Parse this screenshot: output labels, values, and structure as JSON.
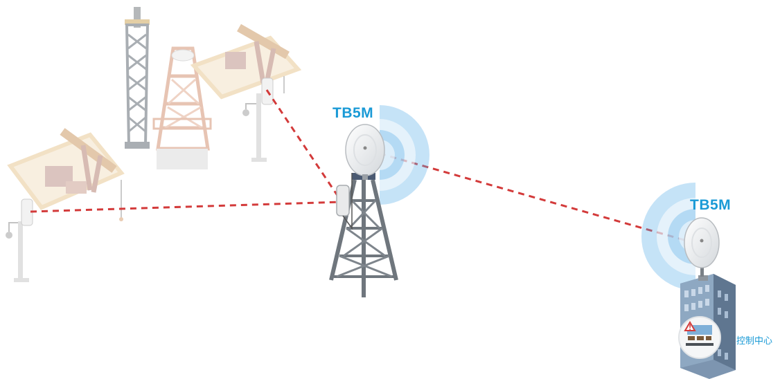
{
  "labels": {
    "tower_device": "TB5M",
    "building_device": "TB5M",
    "control_center": "控制中心"
  },
  "colors": {
    "label_blue": "#1a9ad6",
    "link_red": "#d33a3a",
    "wave_blue": "#5aaee8",
    "tower_gray": "#6f767d",
    "building_blue": "#7d95b0"
  },
  "icons": [
    "oil-pump-jack-icon",
    "drilling-derrick-icon",
    "lattice-tower-icon",
    "dish-antenna-icon",
    "cpe-antenna-icon",
    "surveillance-camera-icon",
    "office-building-icon",
    "warning-sign-icon"
  ]
}
